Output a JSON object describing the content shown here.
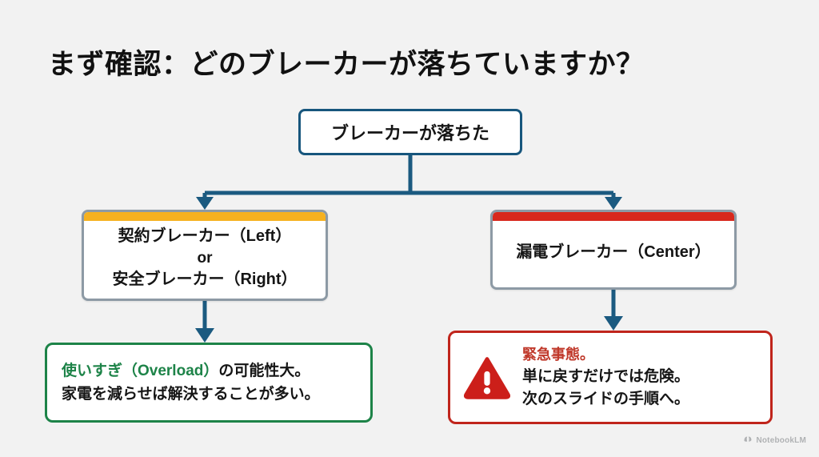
{
  "slide": {
    "title": "まず確認：どのブレーカーが落ちていますか？",
    "background_color": "#f2f2f2"
  },
  "flow": {
    "root": {
      "label": "ブレーカーが落ちた",
      "border_color": "#17567d"
    },
    "branches": [
      {
        "id": "contract-safety-breaker",
        "strip_color": "#f6b11f",
        "border_color": "#8d9aa5",
        "line1": "契約ブレーカー（Left）",
        "line2": "or",
        "line3": "安全ブレーカー（Right）"
      },
      {
        "id": "earth-leakage-breaker",
        "strip_color": "#d8281c",
        "border_color": "#8d9aa5",
        "line1": "漏電ブレーカー（Center）"
      }
    ],
    "outcomes": [
      {
        "id": "overload-outcome",
        "border_color": "#1d8348",
        "accent_color": "#1d8348",
        "accent_text": "使いすぎ（Overload）",
        "line1_rest": "の可能性大。",
        "line2": "家電を減らせば解決することが多い。"
      },
      {
        "id": "emergency-outcome",
        "border_color": "#c0251c",
        "accent_color": "#c0392b",
        "icon": "warning-triangle-icon",
        "accent_text": "緊急事態。",
        "line2": "単に戻すだけでは危険。",
        "line3": "次のスライドの手順へ。"
      }
    ],
    "connector_color": "#1b5a80"
  },
  "watermark": {
    "label": "NotebookLM",
    "icon": "notebooklm-logo-icon"
  }
}
